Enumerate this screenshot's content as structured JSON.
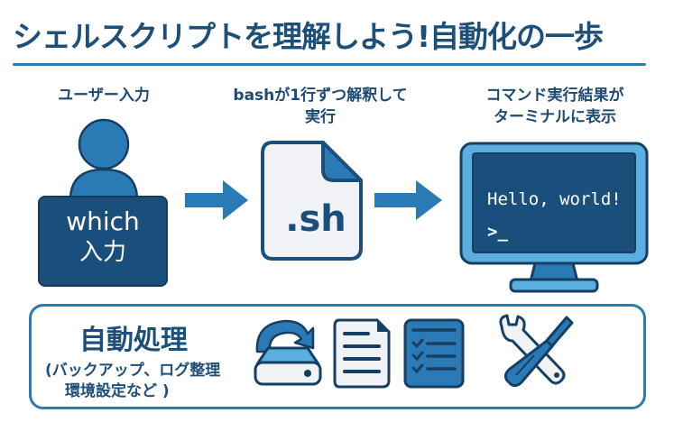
{
  "header": {
    "title": "シェルスクリプトを理解しよう!自動化の一歩"
  },
  "steps": [
    {
      "label": "ユーザー入力",
      "box_line1": "which",
      "box_line2": "入力",
      "icon": "user-icon"
    },
    {
      "label_line1": "bashが1行ずつ解釈して",
      "label_line2": "実行",
      "file_label": ".sh",
      "icon": "script-file-icon"
    },
    {
      "label_line1": "コマンド実行結果が",
      "label_line2": "ターミナルに表示",
      "terminal_output": "Hello, world!",
      "terminal_prompt": ">_",
      "icon": "monitor-icon"
    }
  ],
  "automation": {
    "title": "自動処理",
    "subtitle_line1": "(バックアップ、ログ整理",
    "subtitle_line2": "環境設定など )",
    "icons": [
      "backup-drive-icon",
      "document-icon",
      "checklist-icon",
      "tools-icon"
    ]
  },
  "colors": {
    "primary_dark": "#1b4f7b",
    "primary": "#2a7bb5",
    "light": "#5aaee0",
    "paper": "#f0f2f5"
  }
}
